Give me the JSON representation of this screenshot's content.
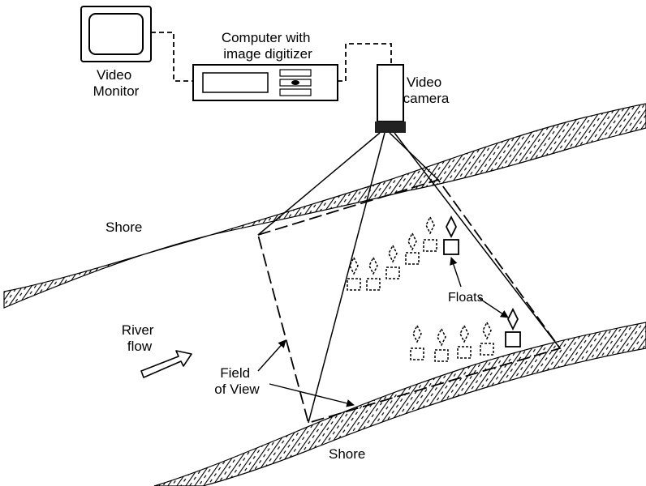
{
  "labels": {
    "video_monitor": [
      "Video",
      "Monitor"
    ],
    "computer": [
      "Computer with",
      "image digitizer"
    ],
    "video_camera": [
      "Video",
      "camera"
    ],
    "shore_top": "Shore",
    "shore_bottom": "Shore",
    "floats": "Floats",
    "river_flow": [
      "River",
      "flow"
    ],
    "field_of_view": [
      "Field",
      "of View"
    ]
  }
}
